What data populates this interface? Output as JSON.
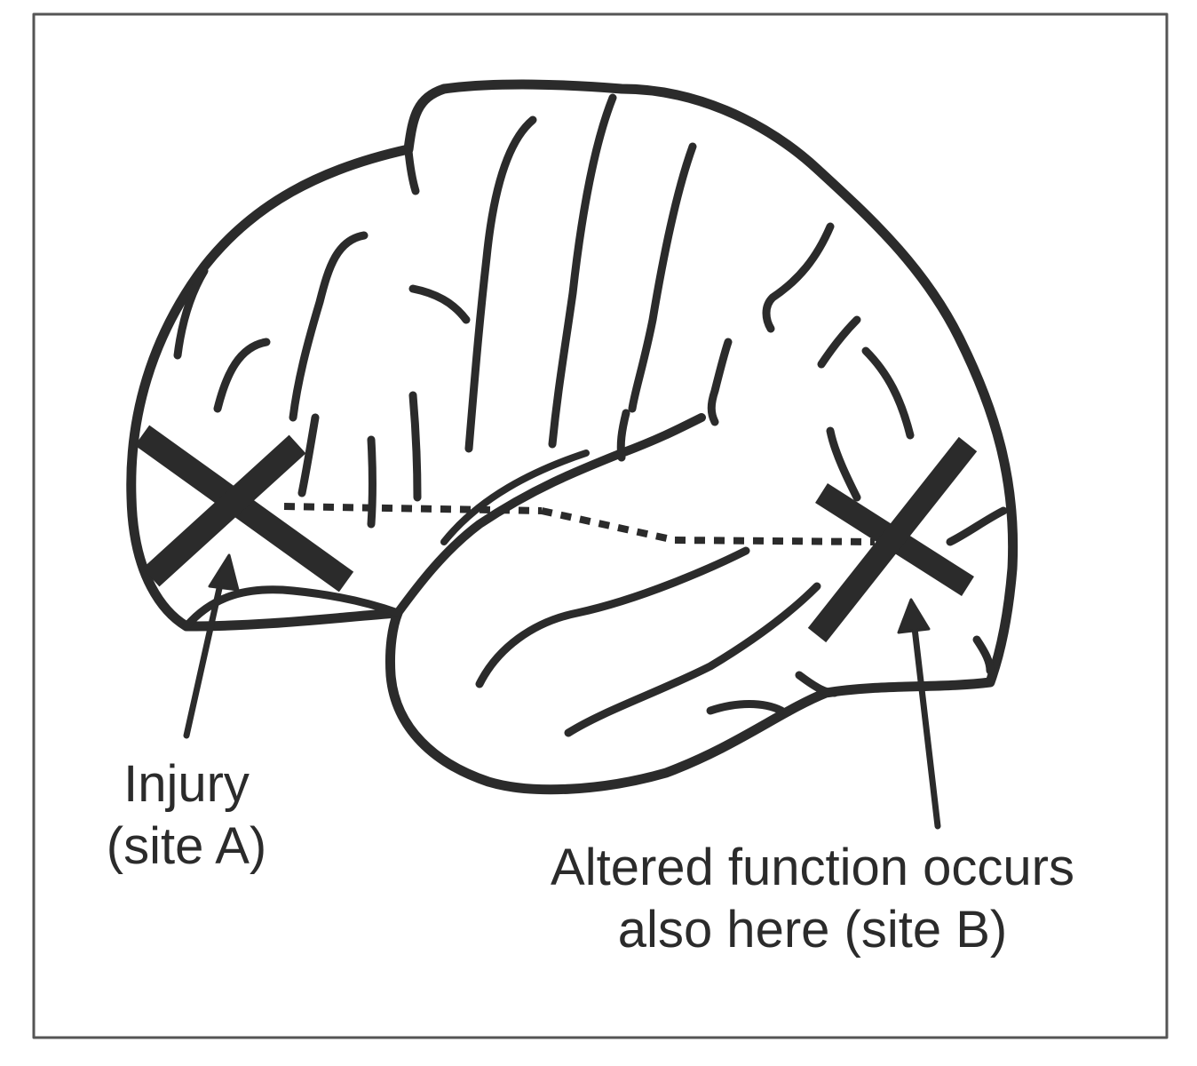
{
  "labels": {
    "site_a": {
      "line1": "Injury",
      "line2": "(site A)"
    },
    "site_b": {
      "line1": "Altered function occurs",
      "line2": "also here (site B)"
    }
  },
  "colors": {
    "ink": "#2b2b2b",
    "frame": "#555555",
    "background": "#ffffff"
  }
}
